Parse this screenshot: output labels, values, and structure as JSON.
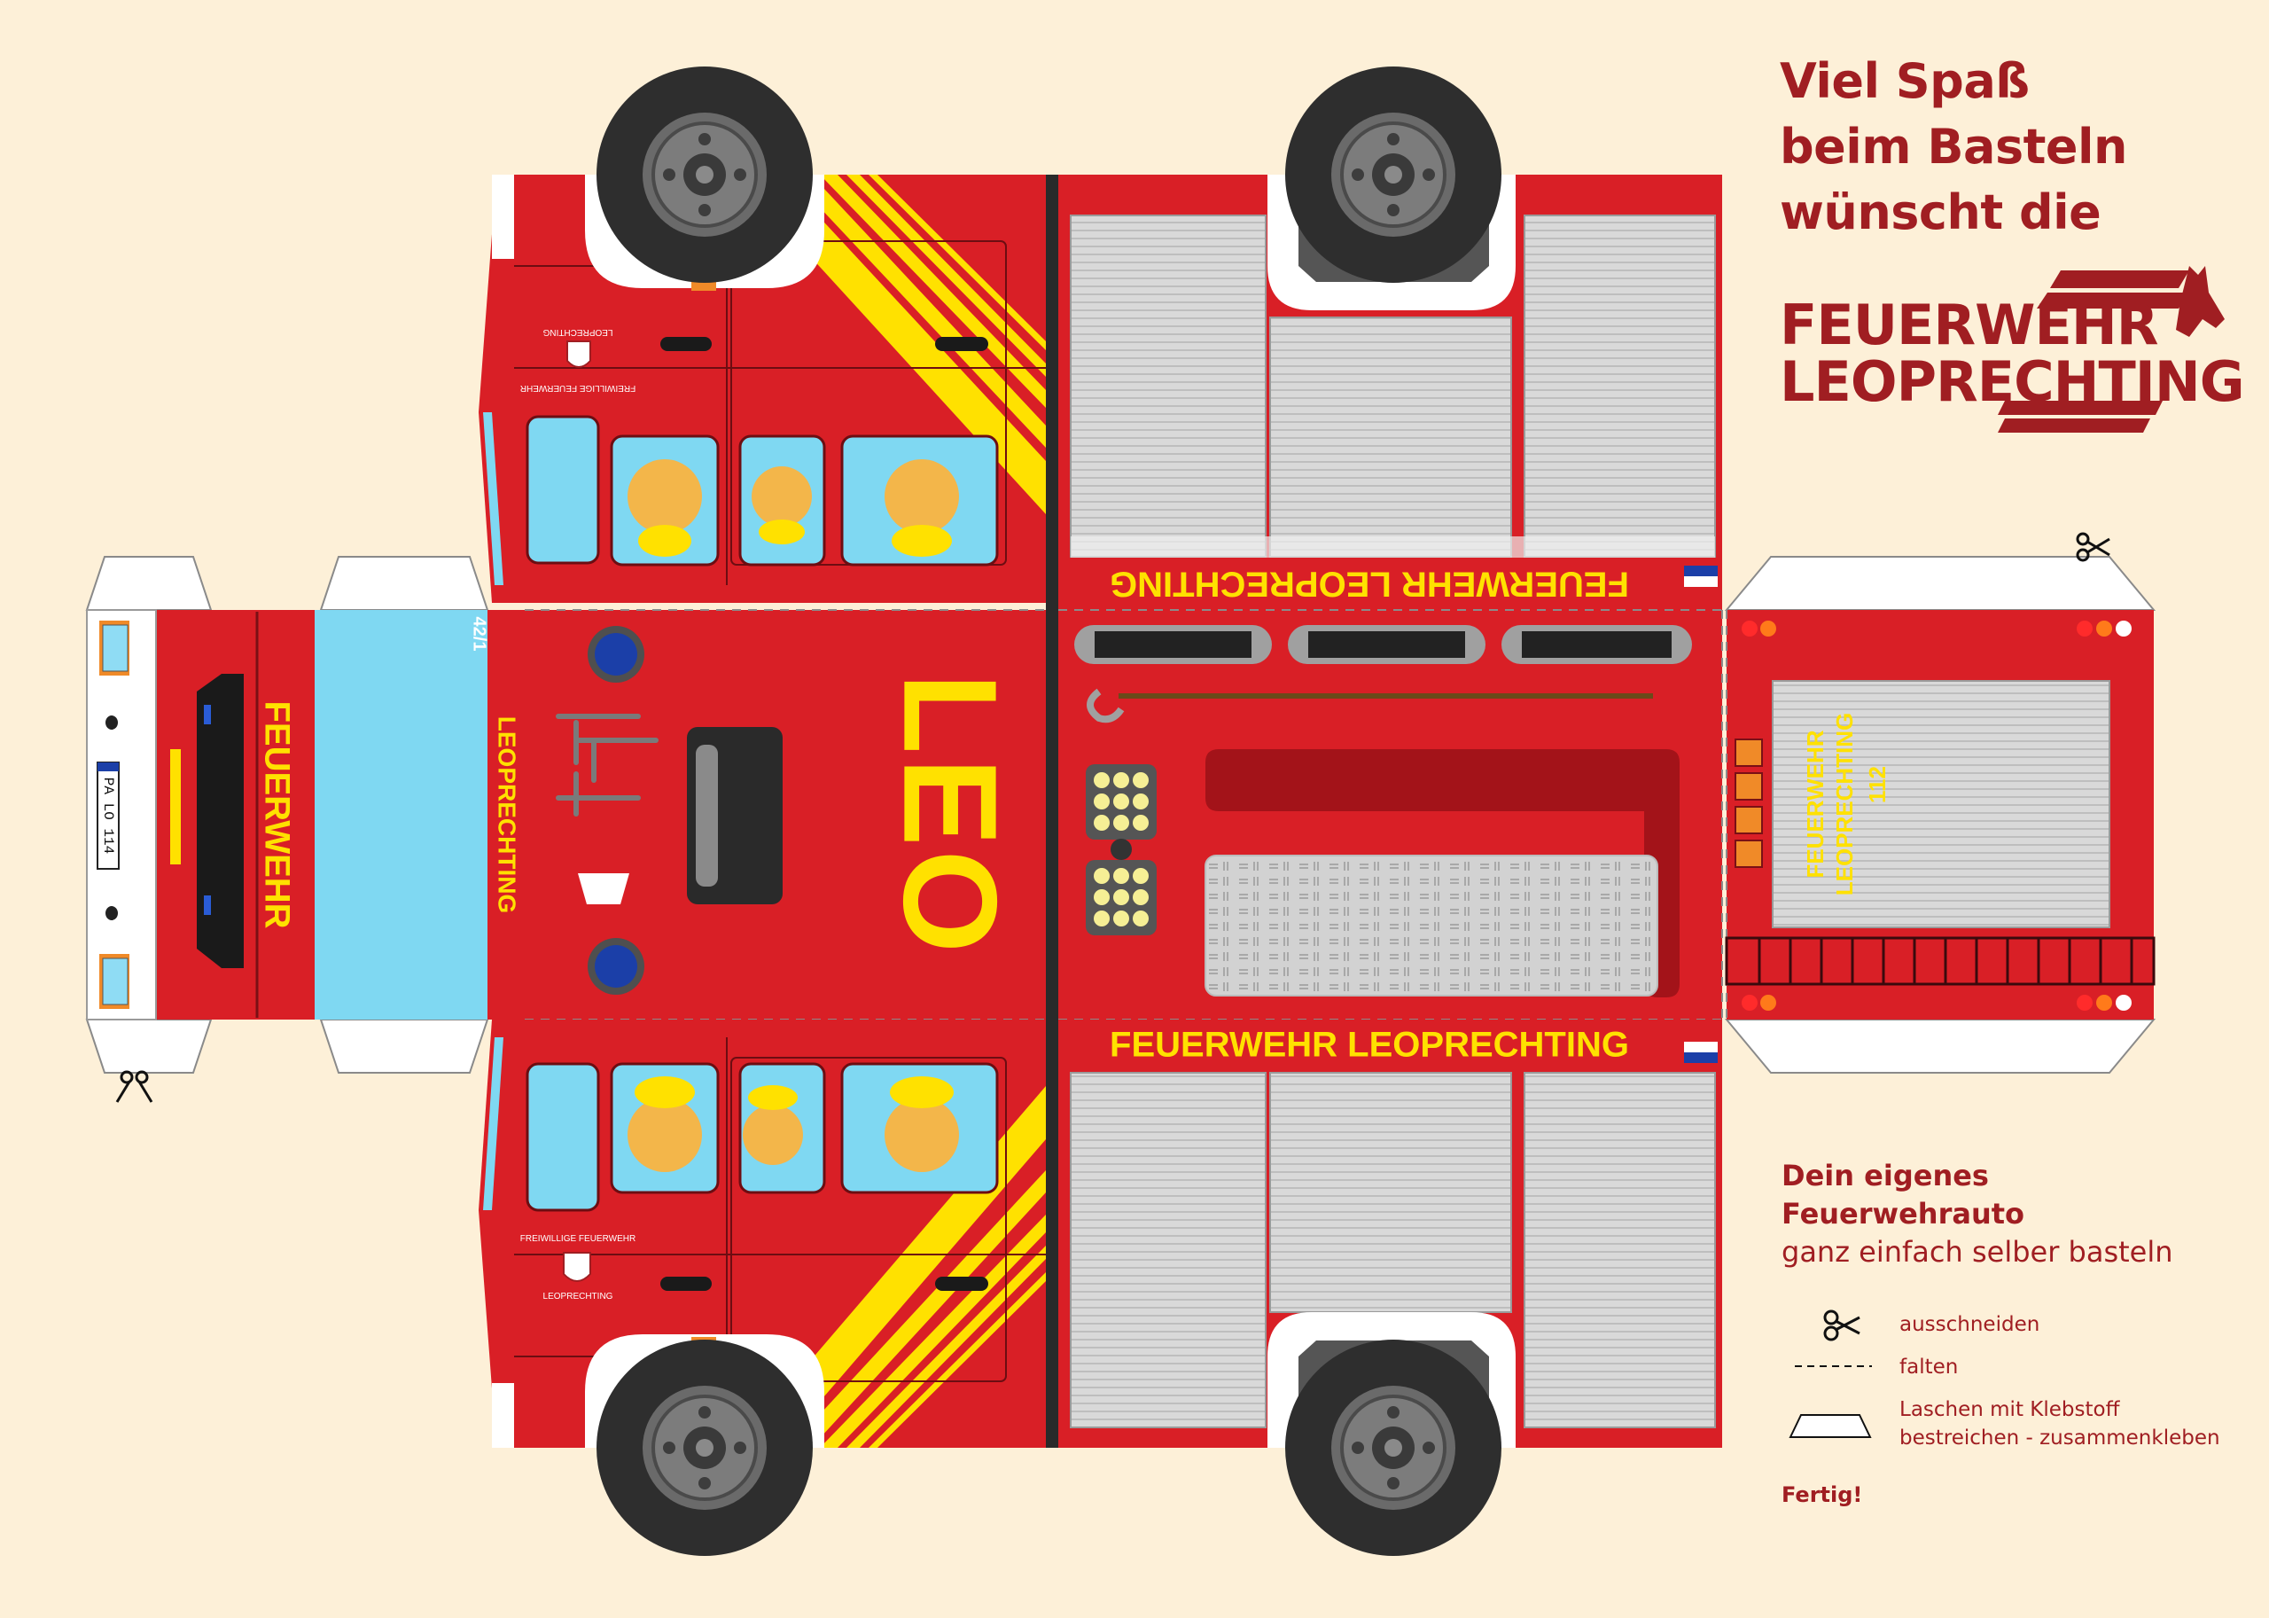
{
  "greeting": {
    "line1": "Viel Spaß",
    "line2": "beim Basteln",
    "line3": "wünscht die"
  },
  "logo": {
    "line1": "FEUERWEHR",
    "line2": "LEOPRECHTING"
  },
  "info": {
    "line1": "Dein eigenes",
    "line2": "Feuerwehrauto",
    "line3": "ganz einfach selber basteln"
  },
  "legend": {
    "cut": "ausschneiden",
    "fold": "falten",
    "glue_line1": "Laschen mit Klebstoff",
    "glue_line2": "bestreichen - zusammenkleben"
  },
  "done_label": "Fertig!",
  "truck": {
    "hood_label": "LEO",
    "side_banner": "FEUERWEHR LEOPRECHTING",
    "front_label": "FEUERWEHR",
    "windshield_label": "LEOPRECHTING",
    "unit_number": "42/1",
    "plate": "PA LO 114",
    "door_emblem_top": "FREIWILLIGE FEUERWEHR",
    "door_emblem_bottom": "LEOPRECHTING",
    "rear_line1": "FEUERWEHR",
    "rear_line2": "LEOPRECHTING",
    "rear_phone": "112"
  },
  "colors": {
    "background": "#fdf0d8",
    "truck_red": "#d91f26",
    "dark_red": "#a01e22",
    "stripe_yellow": "#ffe100",
    "glass": "#7fd8f2",
    "tire": "#2e2e2e"
  }
}
